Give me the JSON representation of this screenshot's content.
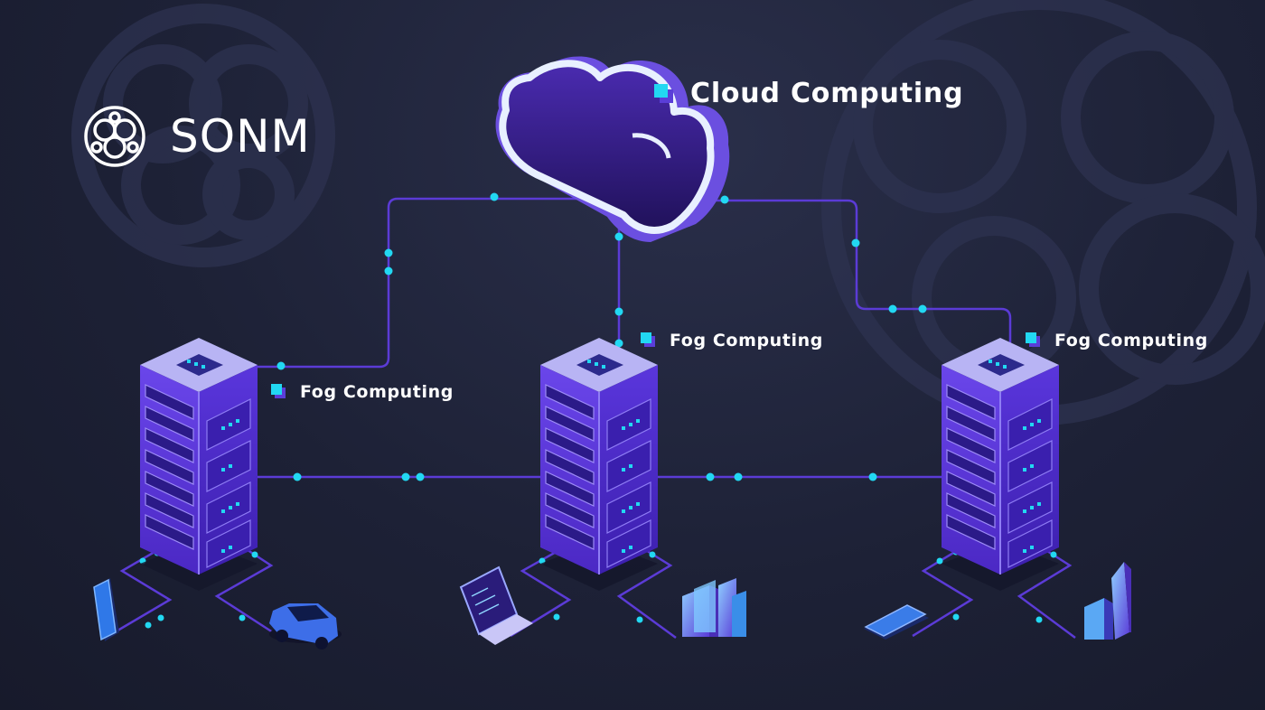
{
  "brand": {
    "logo_icon": "sonm-circles-logo-icon",
    "name": "SONM"
  },
  "cloud": {
    "label": "Cloud Computing",
    "icon": "cloud-icon"
  },
  "fog_nodes": [
    {
      "label": "Fog Computing",
      "icon": "server-rack-icon",
      "devices": [
        "smartphone-icon",
        "car-icon"
      ]
    },
    {
      "label": "Fog Computing",
      "icon": "server-rack-icon",
      "devices": [
        "laptop-icon",
        "office-buildings-icon"
      ]
    },
    {
      "label": "Fog Computing",
      "icon": "server-rack-icon",
      "devices": [
        "tablet-icon",
        "skyscraper-icon"
      ]
    }
  ],
  "colors": {
    "background": "#1b1f33",
    "connector_line": "#5b3bd6",
    "node_dot": "#22d8f2",
    "server_body": "#5a35d8",
    "server_top": "#b9b6f5",
    "cloud_body": "#3a1f8f",
    "cloud_outline": "#e8f0ff",
    "label_text": "#ffffff"
  }
}
